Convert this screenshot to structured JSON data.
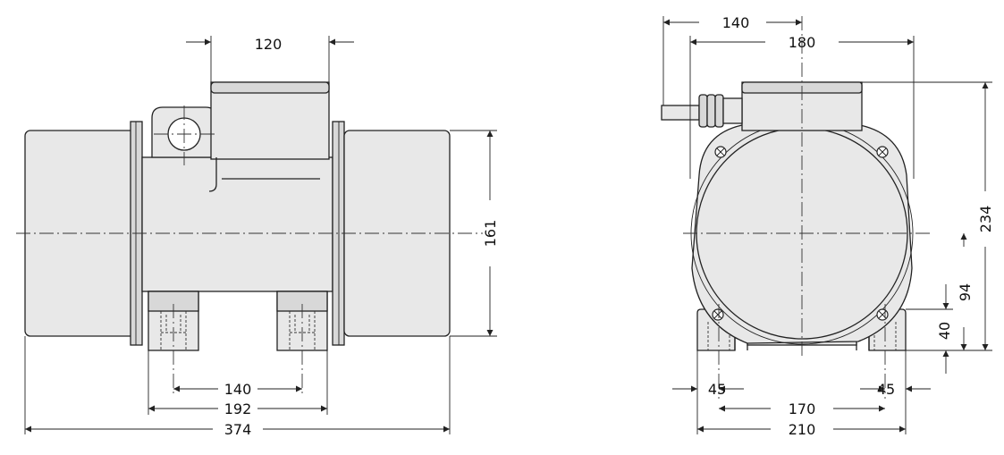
{
  "dimensions": {
    "side_top_width": "120",
    "side_height": "161",
    "side_foot_inner": "140",
    "side_foot_outer": "192",
    "side_total_length": "374",
    "front_offset": "140",
    "front_width": "180",
    "front_total_height": "234",
    "front_axis_height": "94",
    "front_foot_height": "40",
    "front_foot_left": "45",
    "front_hole_spacing": "170",
    "front_foot_right": "45",
    "front_base_width": "210"
  }
}
